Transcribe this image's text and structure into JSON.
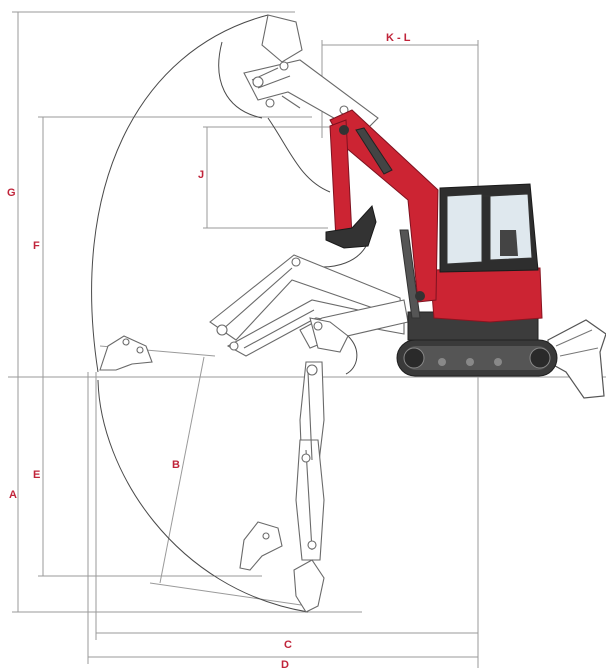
{
  "colors": {
    "label": "#c0243a",
    "boom_red": "#cc2433",
    "dimension_line": "#9a9a9a",
    "envelope_line": "#4a4a4a",
    "machine_dark": "#333333",
    "glass": "#dfe8ee"
  },
  "labels": {
    "G": "G",
    "F": "F",
    "J": "J",
    "KL": "K - L",
    "A": "A",
    "E": "E",
    "B": "B",
    "C": "C",
    "D": "D"
  }
}
